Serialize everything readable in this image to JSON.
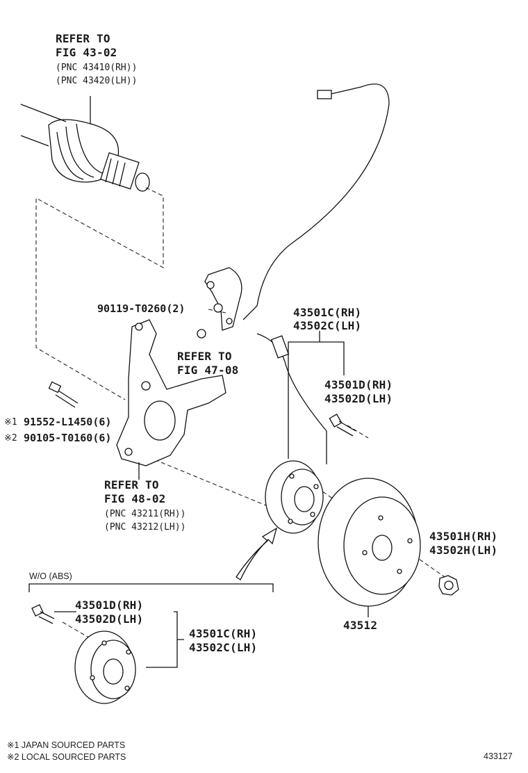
{
  "refs": {
    "driveshaft": {
      "line1": "REFER TO",
      "line2": "FIG 43-02",
      "pnc1": "(PNC 43410(RH))",
      "pnc2": "(PNC 43420(LH))"
    },
    "knuckle": {
      "line1": "REFER TO",
      "line2": "FIG 48-02",
      "pnc1": "(PNC 43211(RH))",
      "pnc2": "(PNC 43212(LH))"
    },
    "sensor": {
      "line1": "REFER TO",
      "line2": "FIG 47-08"
    }
  },
  "parts": {
    "bolt_sensor": "90119-T0260(2)",
    "bolt_knuckle_jp": "91552-L1450(6)",
    "bolt_knuckle_local": "90105-T0160(6)",
    "hub_rh": "43501C(RH)",
    "hub_lh": "43502C(LH)",
    "hubbolt_rh": "43501D(RH)",
    "hubbolt_lh": "43502D(LH)",
    "nut_rh": "43501H(RH)",
    "nut_lh": "43502H(LH)",
    "rotor": "43512",
    "wo_hubbolt_rh": "43501D(RH)",
    "wo_hubbolt_lh": "43502D(LH)",
    "wo_hub_rh": "43501C(RH)",
    "wo_hub_lh": "43502C(LH)"
  },
  "marks": {
    "m1": "※1",
    "m2": "※2"
  },
  "variant_label": "W/O (ABS)",
  "footnotes": {
    "n1": "※1 JAPAN SOURCED PARTS",
    "n2": "※2 LOCAL SOURCED PARTS"
  },
  "figure_id": "433127"
}
